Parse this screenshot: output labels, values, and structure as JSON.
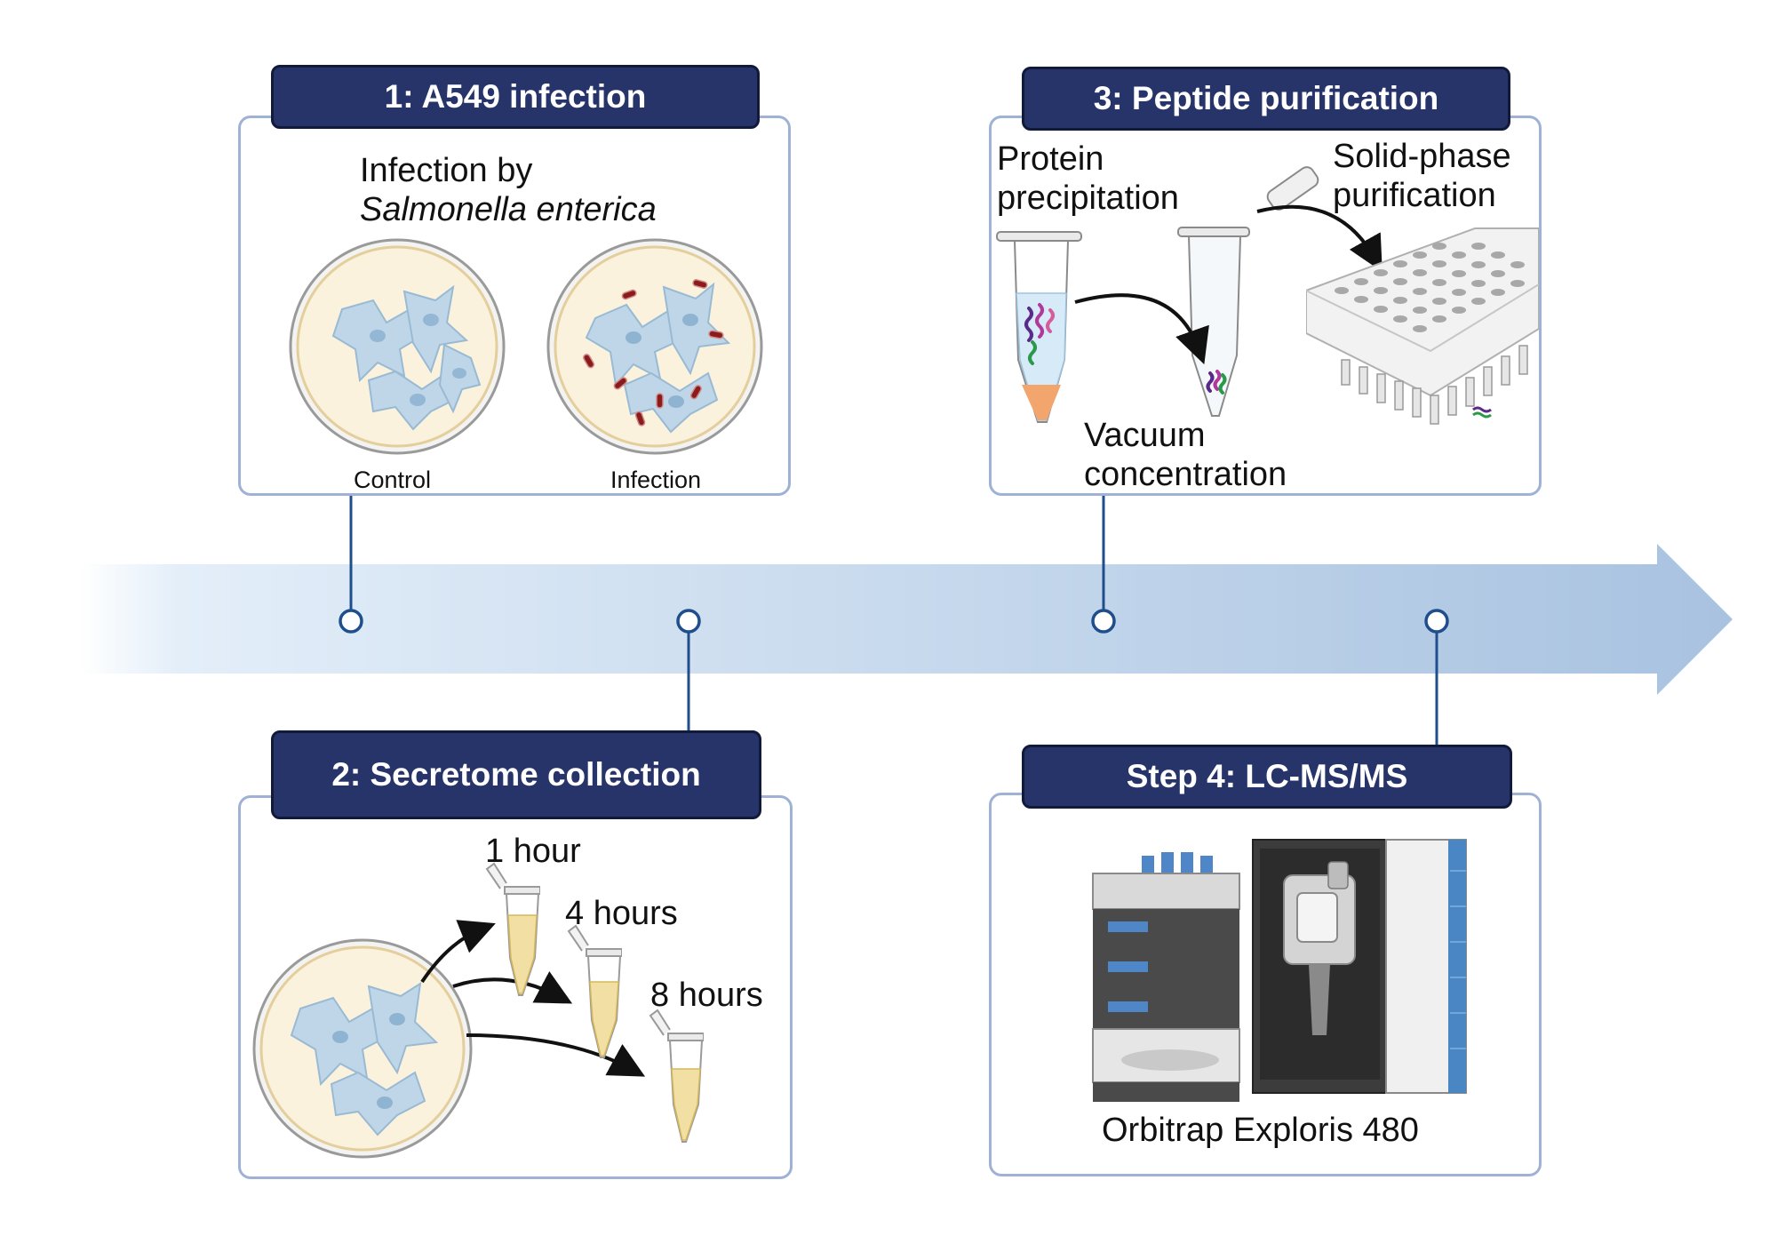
{
  "colors": {
    "header_bg": "#273469",
    "panel_border": "#9fb2d6",
    "timeline_line": "#1f4e8c",
    "arrow_start": "#ffffff",
    "arrow_end": "#a8c2e0"
  },
  "steps": [
    {
      "title": "1: A549 infection",
      "subtitle_line1": "Infection by",
      "subtitle_line2": "Salmonella enterica",
      "dish_labels": [
        "Control",
        "Infection"
      ]
    },
    {
      "title": "2: Secretome collection",
      "timepoints": [
        "1 hour",
        "4 hours",
        "8 hours"
      ]
    },
    {
      "title": "3: Peptide purification",
      "labels": {
        "precipitation_line1": "Protein",
        "precipitation_line2": "precipitation",
        "spe_line1": "Solid-phase",
        "spe_line2": "purification",
        "vacuum_line1": "Vacuum",
        "vacuum_line2": "concentration"
      }
    },
    {
      "title": "Step 4: LC-MS/MS",
      "instrument": "Orbitrap Exploris 480"
    }
  ],
  "icons": [
    "petri-dish-icon",
    "cell-icon",
    "bacteria-icon",
    "microtube-icon",
    "well-plate-icon",
    "lc-system-icon",
    "mass-spectrometer-icon"
  ]
}
